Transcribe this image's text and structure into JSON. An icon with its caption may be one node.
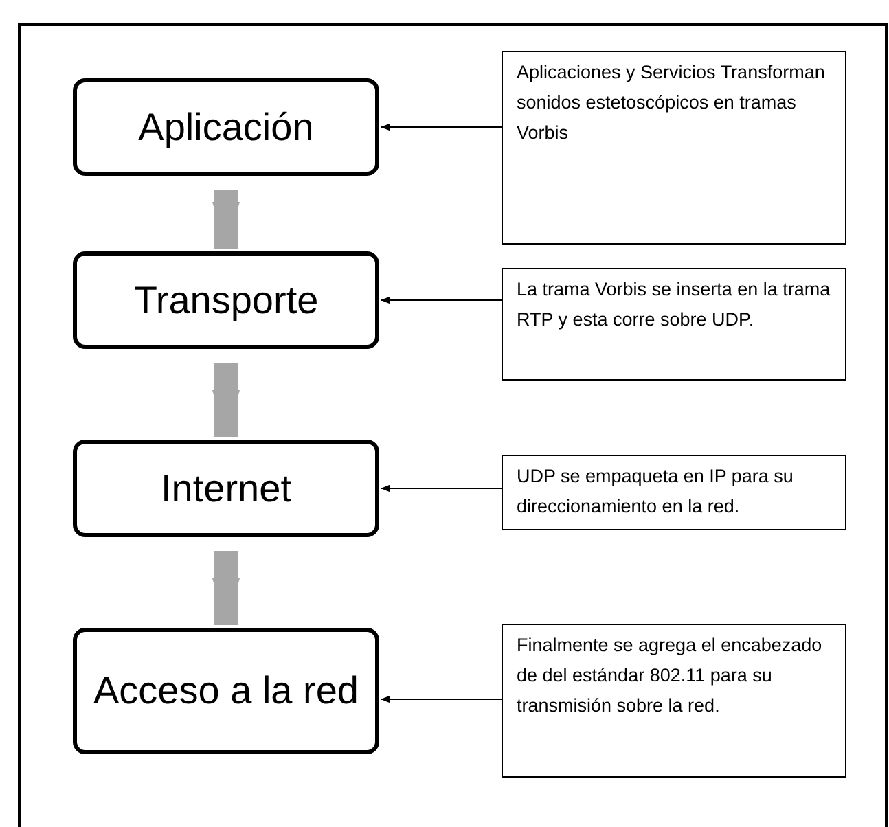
{
  "diagram": {
    "nodes": [
      {
        "text": [
          "Aplicación"
        ]
      },
      {
        "text": [
          "Aplicaciones y Servicios Transforman sonidos estetoscópicos en tramas Vorbis"
        ]
      },
      {
        "text": [
          "Transporte"
        ]
      },
      {
        "text": [
          "La trama Vorbis se inserta en la trama RTP y esta corre sobre UDP."
        ]
      },
      {
        "text": [
          "Internet"
        ]
      },
      {
        "text": [
          "UDP se empaqueta en IP para su direccionamiento en la red."
        ]
      },
      {
        "text": [
          "Acceso a la red"
        ]
      },
      {
        "text": [
          "Finalmente se agrega el encabezado de del estándar 802.11 para su transmisión sobre la red."
        ]
      }
    ],
    "edges": [
      {
        "from": 1,
        "to": 0,
        "arrow": "to"
      },
      {
        "from": 3,
        "to": 2,
        "arrow": "to"
      },
      {
        "from": 5,
        "to": 4,
        "arrow": "to"
      },
      {
        "from": 7,
        "to": 6,
        "arrow": "to"
      },
      {
        "from": 0,
        "to": 2,
        "arrow": "to",
        "style": "thick",
        "color": "#a6a6a6"
      },
      {
        "from": 2,
        "to": 4,
        "arrow": "to",
        "style": "thick",
        "color": "#a6a6a6"
      },
      {
        "from": 4,
        "to": 6,
        "arrow": "to",
        "style": "thick",
        "color": "#a6a6a6"
      }
    ]
  }
}
